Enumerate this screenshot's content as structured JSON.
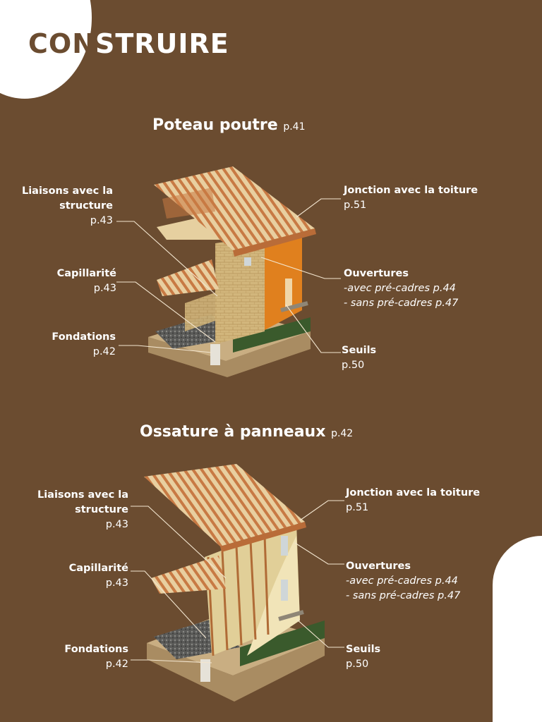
{
  "page": {
    "title_part1": "CON",
    "title_part2": "STRUIRE"
  },
  "sections": [
    {
      "title": "Poteau poutre",
      "page_ref": "p.41",
      "labels": {
        "liaisons_1": "Liaisons  avec la",
        "liaisons_2": "structure",
        "liaisons_p": "p.43",
        "capillarite": "Capillarité",
        "capillarite_p": "p.43",
        "fondations": "Fondations",
        "fondations_p": "p.42",
        "jonction": "Jonction avec la toiture",
        "jonction_p": "p.51",
        "ouvertures": "Ouvertures",
        "ouvertures_1": "-avec pré-cadres p.44",
        "ouvertures_2": "- sans pré-cadres p.47",
        "seuils": "Seuils",
        "seuils_p": "p.50"
      }
    },
    {
      "title": "Ossature à panneaux",
      "page_ref": "p.42",
      "labels": {
        "liaisons_1": "Liaisons  avec la",
        "liaisons_2": "structure",
        "liaisons_p": "p.43",
        "capillarite": "Capillarité",
        "capillarite_p": "p.43",
        "fondations": "Fondations",
        "fondations_p": "p.42",
        "jonction": "Jonction avec la toiture",
        "jonction_p": "p.51",
        "ouvertures": "Ouvertures",
        "ouvertures_1": "-avec pré-cadres p.44",
        "ouvertures_2": "- sans pré-cadres p.47",
        "seuils": "Seuils",
        "seuils_p": "p.50"
      }
    }
  ],
  "colors": {
    "background": "#6b4c30",
    "title_dark": "#6b4c30",
    "text": "#ffffff",
    "timber": "#c87a44",
    "wall_straw": "#d8c08a",
    "render_orange": "#e0801e",
    "ground": "#c2a57a",
    "grass": "#3a5a2c"
  }
}
